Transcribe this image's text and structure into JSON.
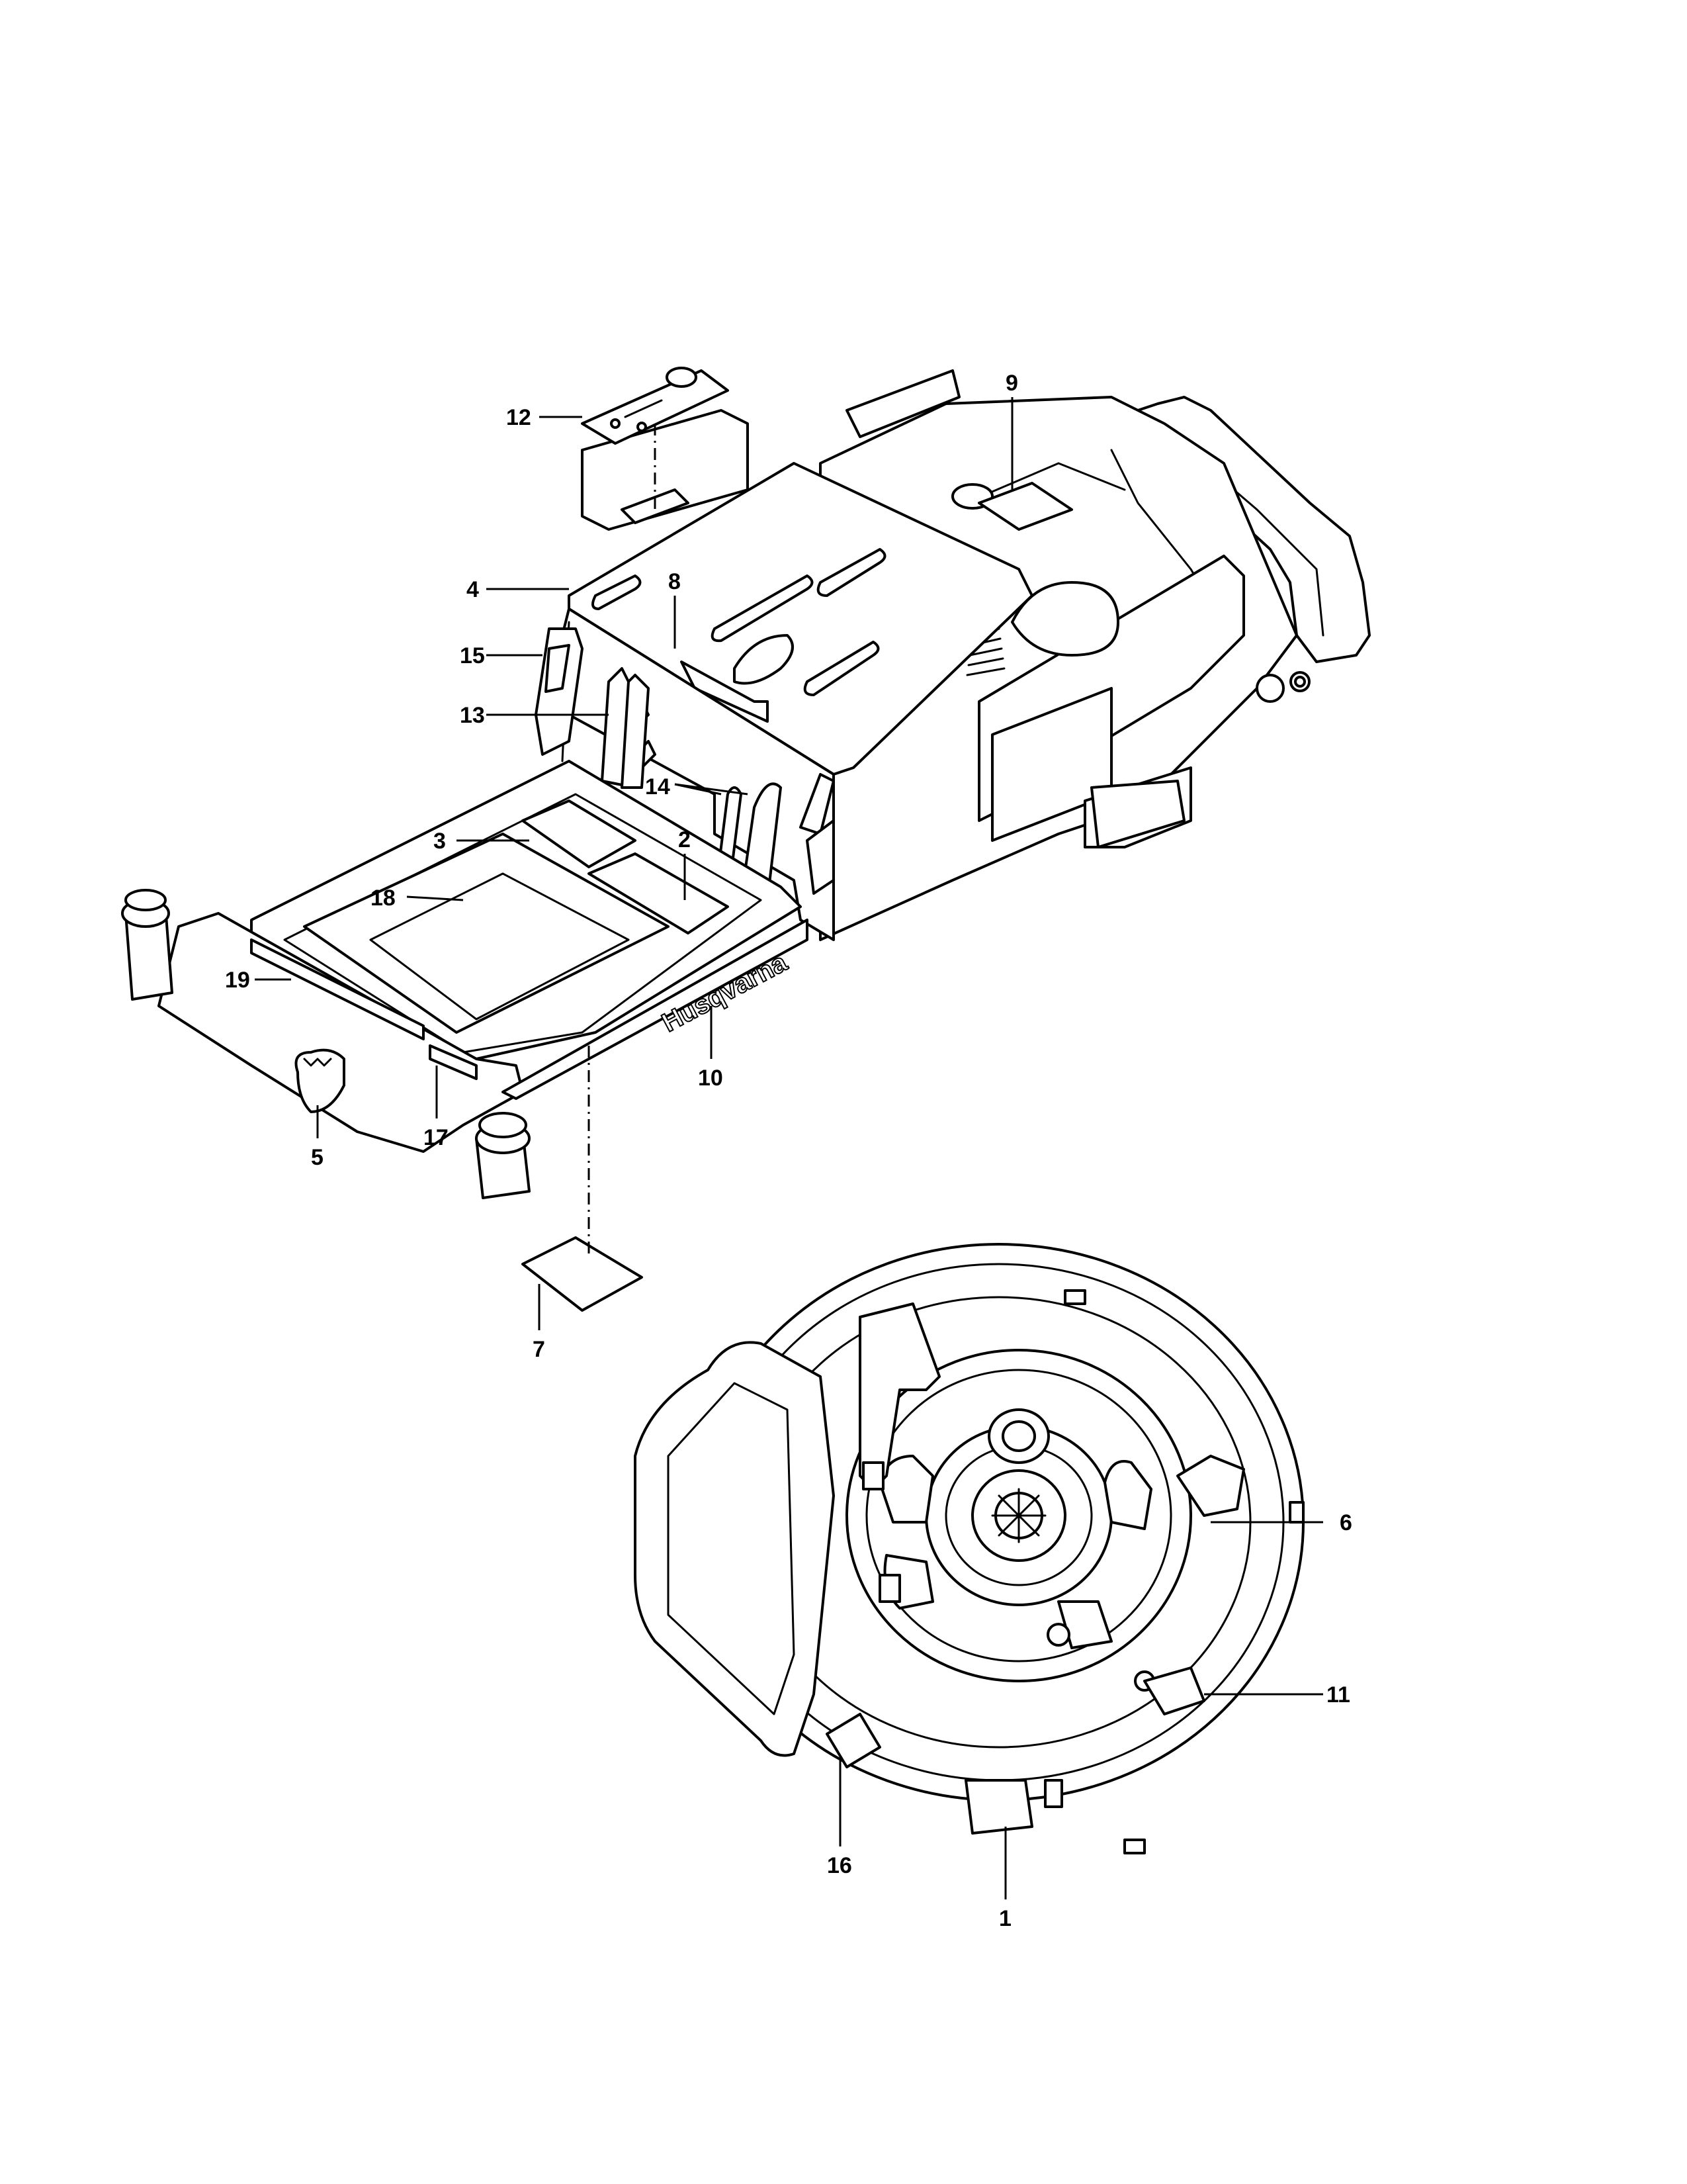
{
  "brand_text": "Husqvarna",
  "callouts": {
    "c1": "1",
    "c2": "2",
    "c3": "3",
    "c4": "4",
    "c5": "5",
    "c6": "6",
    "c7": "7",
    "c8": "8",
    "c9": "9",
    "c10": "10",
    "c11": "11",
    "c12": "12",
    "c13": "13",
    "c14": "14",
    "c15": "15",
    "c16": "16",
    "c17": "17",
    "c18": "18",
    "c19": "19"
  }
}
